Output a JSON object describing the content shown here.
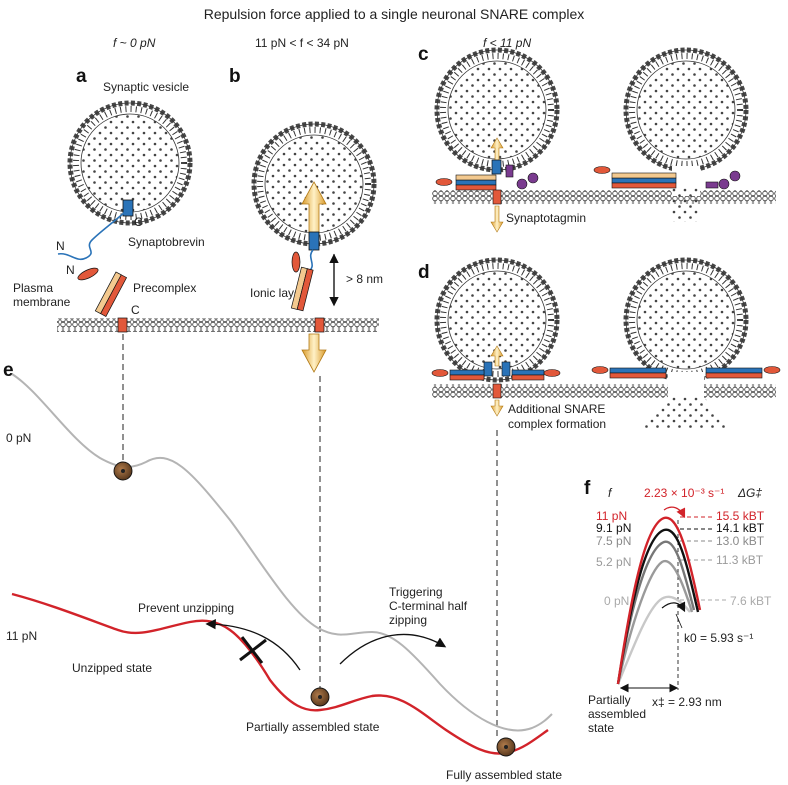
{
  "title": "Repulsion force applied to a single neuronal SNARE complex",
  "panels": {
    "a": {
      "letter": "a",
      "force": "f ~ 0 pN",
      "vesicle": "Synaptic vesicle",
      "c_vesicle": "C",
      "n_syb": "N",
      "synaptobrevin": "Synaptobrevin",
      "n_pre": "N",
      "plasma_membrane_1": "Plasma",
      "plasma_membrane_2": "membrane",
      "precomplex": "Precomplex",
      "c_pre": "C"
    },
    "b": {
      "letter": "b",
      "force": "11 pN < f < 34 pN",
      "ionic_layer": "Ionic layer",
      "distance": "> 8 nm"
    },
    "c": {
      "letter": "c",
      "force": "f < 11 pN",
      "synaptotagmin": "Synaptotagmin"
    },
    "d": {
      "letter": "d",
      "caption_1": "Additional SNARE",
      "caption_2": "complex formation"
    },
    "e": {
      "letter": "e",
      "zero_force": "0 pN",
      "eleven_force": "11 pN",
      "prevent": "Prevent unzipping",
      "trigger_1": "Triggering",
      "trigger_2": "C-terminal half",
      "trigger_3": "zipping",
      "unzipped": "Unzipped state",
      "partial": "Partially assembled state",
      "full": "Fully assembled state"
    },
    "f": {
      "letter": "f",
      "force_header": "f",
      "rate": "2.23 × 10⁻³ s⁻¹",
      "dg_header": "ΔG‡",
      "rows": [
        {
          "force": "11 pN",
          "energy": "15.5 kBT",
          "color": "#d2232a"
        },
        {
          "force": "9.1 pN",
          "energy": "14.1 kBT",
          "color": "#111111"
        },
        {
          "force": "7.5 pN",
          "energy": "13.0 kBT",
          "color": "#8a8a8a"
        },
        {
          "force": "5.2 pN",
          "energy": "11.3 kBT",
          "color": "#9a9a9a"
        },
        {
          "force": "0 pN",
          "energy": "7.6 kBT",
          "color": "#aaaaaa"
        }
      ],
      "k0": "k0 = 5.93 s⁻¹",
      "xdist": "x‡ = 2.93 nm",
      "state_1": "Partially",
      "state_2": "assembled",
      "state_3": "state"
    }
  },
  "colors": {
    "red": "#d2232a",
    "blue": "#2a73b8",
    "orange": "#e2583a",
    "tan": "#f3c98f",
    "purple": "#7a3b8f",
    "grey": "#a8a8a8"
  }
}
